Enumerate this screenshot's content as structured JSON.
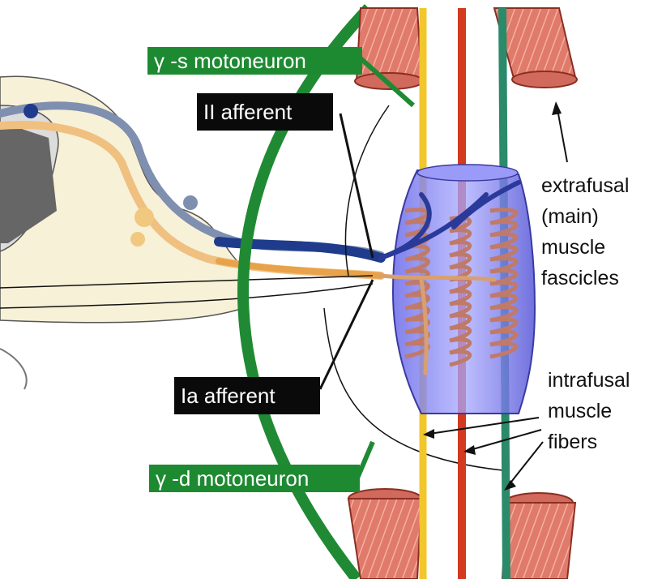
{
  "labels": {
    "gamma_s": "γ -s motoneuron",
    "ii_afferent": "II afferent",
    "ia_afferent": "Ia afferent",
    "gamma_d": "γ -d motoneuron",
    "extrafusal": "extrafusal\n(main)\nmuscle\nfascicles",
    "intrafusal": "intrafusal\nmuscle\nfibers"
  },
  "colors": {
    "gamma_green": "#1f8a33",
    "ii_afferent_blue": "#1f3c8c",
    "ia_afferent_orange": "#e8a24a",
    "muscle_red": "#d9705f",
    "spindle_capsule": "#8c8cf0",
    "fiber_yellow": "#f2c72c",
    "fiber_red": "#d33a1f",
    "fiber_teal": "#2a8a6a"
  }
}
